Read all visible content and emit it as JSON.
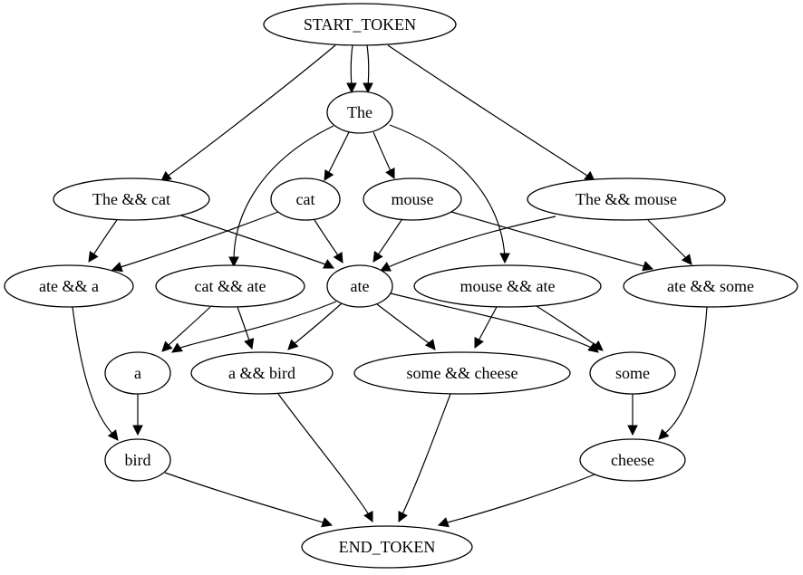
{
  "nodes": [
    {
      "id": "start",
      "label": "START_TOKEN"
    },
    {
      "id": "the",
      "label": "The"
    },
    {
      "id": "the_cat",
      "label": "The && cat"
    },
    {
      "id": "cat",
      "label": "cat"
    },
    {
      "id": "mouse",
      "label": "mouse"
    },
    {
      "id": "the_mouse",
      "label": "The && mouse"
    },
    {
      "id": "ate_a",
      "label": "ate && a"
    },
    {
      "id": "cat_ate",
      "label": "cat && ate"
    },
    {
      "id": "ate",
      "label": "ate"
    },
    {
      "id": "mouse_ate",
      "label": "mouse && ate"
    },
    {
      "id": "ate_some",
      "label": "ate && some"
    },
    {
      "id": "a",
      "label": "a"
    },
    {
      "id": "a_bird",
      "label": "a && bird"
    },
    {
      "id": "some_cheese",
      "label": "some && cheese"
    },
    {
      "id": "some",
      "label": "some"
    },
    {
      "id": "bird",
      "label": "bird"
    },
    {
      "id": "cheese",
      "label": "cheese"
    },
    {
      "id": "end",
      "label": "END_TOKEN"
    }
  ],
  "edges": [
    {
      "from": "start",
      "to": "the"
    },
    {
      "from": "start",
      "to": "the"
    },
    {
      "from": "start",
      "to": "the_cat"
    },
    {
      "from": "start",
      "to": "the_mouse"
    },
    {
      "from": "the",
      "to": "cat"
    },
    {
      "from": "the",
      "to": "mouse"
    },
    {
      "from": "the",
      "to": "cat_ate"
    },
    {
      "from": "the",
      "to": "mouse_ate"
    },
    {
      "from": "the_cat",
      "to": "ate_a"
    },
    {
      "from": "the_cat",
      "to": "ate"
    },
    {
      "from": "cat",
      "to": "ate_a"
    },
    {
      "from": "cat",
      "to": "ate"
    },
    {
      "from": "mouse",
      "to": "ate"
    },
    {
      "from": "mouse",
      "to": "ate_some"
    },
    {
      "from": "the_mouse",
      "to": "ate"
    },
    {
      "from": "the_mouse",
      "to": "ate_some"
    },
    {
      "from": "ate_a",
      "to": "bird"
    },
    {
      "from": "cat_ate",
      "to": "a"
    },
    {
      "from": "cat_ate",
      "to": "a_bird"
    },
    {
      "from": "ate",
      "to": "a"
    },
    {
      "from": "ate",
      "to": "a_bird"
    },
    {
      "from": "ate",
      "to": "some_cheese"
    },
    {
      "from": "ate",
      "to": "some"
    },
    {
      "from": "mouse_ate",
      "to": "some_cheese"
    },
    {
      "from": "mouse_ate",
      "to": "some"
    },
    {
      "from": "ate_some",
      "to": "cheese"
    },
    {
      "from": "a",
      "to": "bird"
    },
    {
      "from": "some",
      "to": "cheese"
    },
    {
      "from": "bird",
      "to": "end"
    },
    {
      "from": "a_bird",
      "to": "end"
    },
    {
      "from": "some_cheese",
      "to": "end"
    },
    {
      "from": "cheese",
      "to": "end"
    }
  ]
}
